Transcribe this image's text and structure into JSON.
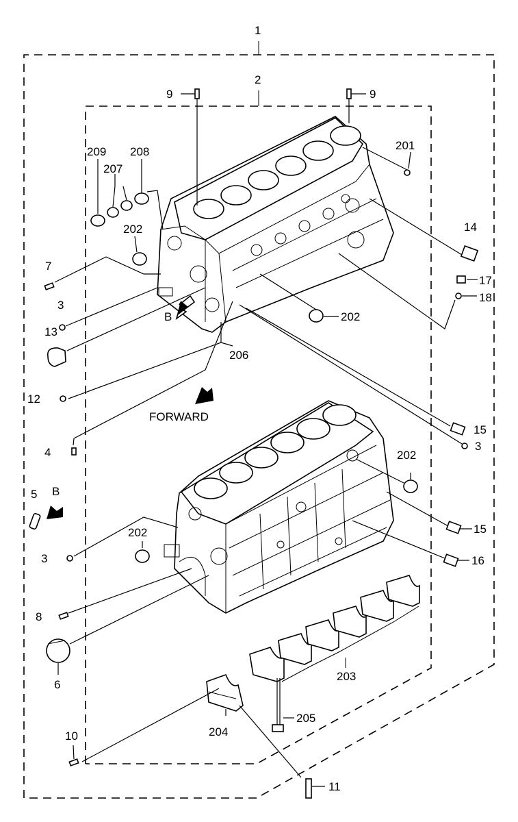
{
  "diagram": {
    "labels": {
      "l1": "1",
      "l2": "2",
      "l9a": "9",
      "l9b": "9",
      "l201": "201",
      "l209": "209",
      "l208": "208",
      "l207": "207",
      "l202a": "202",
      "l202b": "202",
      "l202c": "202",
      "l202d": "202",
      "l7": "7",
      "l3a": "3",
      "l3b": "3",
      "l3c": "3",
      "l13": "13",
      "l12": "12",
      "l14": "14",
      "l17": "17",
      "l18": "18",
      "l206": "206",
      "l15a": "15",
      "l15b": "15",
      "l16": "16",
      "l4": "4",
      "l5": "5",
      "l8": "8",
      "l6": "6",
      "l10": "10",
      "l11": "11",
      "l203": "203",
      "l204": "204",
      "l205": "205"
    },
    "arrow_labels": {
      "b_upper": "B",
      "b_lower": "B",
      "forward": "FORWARD"
    }
  }
}
